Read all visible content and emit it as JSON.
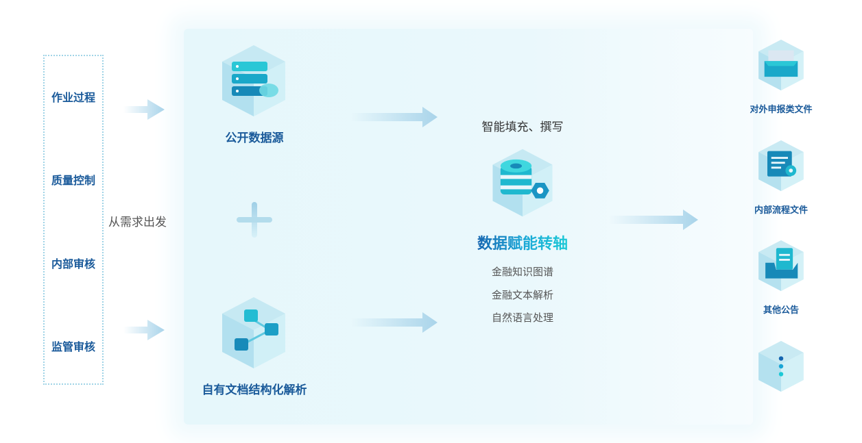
{
  "left": {
    "items": [
      "作业过程",
      "质量控制",
      "内部审核",
      "监管审核"
    ],
    "caption": "从需求出发"
  },
  "sources": {
    "public": "公开数据源",
    "own": "自有文档结构化解析"
  },
  "center": {
    "top_caption": "智能填充、撰写",
    "title": "数据赋能转轴",
    "features": [
      "金融知识图谱",
      "金融文本解析",
      "自然语言处理"
    ]
  },
  "outputs": [
    "对外申报类文件",
    "内部流程文件",
    "其他公告"
  ],
  "colors": {
    "label": "#1a5a9a",
    "accent": "#1cc9d6",
    "arrow": "#a9d4ea"
  }
}
